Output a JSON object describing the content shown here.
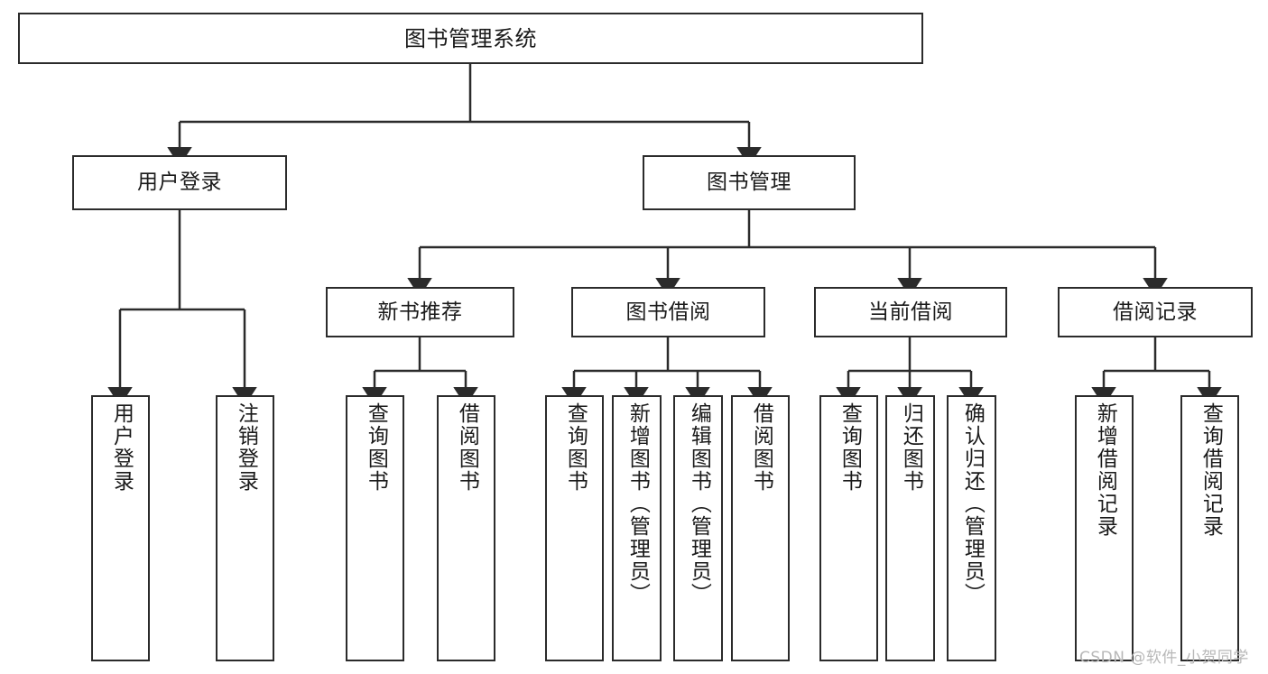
{
  "diagram": {
    "title": "图书管理系统",
    "type": "tree",
    "watermark": "CSDN @软件_小贺同学",
    "colors": {
      "stroke": "#2b2b2b",
      "fill": "#ffffff",
      "text": "#1a1a1a",
      "watermark": "#b8b8b8"
    },
    "root": {
      "label": "图书管理系统"
    },
    "level1": [
      {
        "id": "user-login",
        "label": "用户登录"
      },
      {
        "id": "book-management",
        "label": "图书管理"
      }
    ],
    "level2": [
      {
        "id": "new-book-recommend",
        "label": "新书推荐",
        "parent": "book-management"
      },
      {
        "id": "book-borrow",
        "label": "图书借阅",
        "parent": "book-management"
      },
      {
        "id": "current-borrow",
        "label": "当前借阅",
        "parent": "book-management"
      },
      {
        "id": "borrow-record",
        "label": "借阅记录",
        "parent": "book-management"
      }
    ],
    "leaves": {
      "user_login": [
        {
          "id": "leaf-user-login",
          "label": "用户登录"
        },
        {
          "id": "leaf-logout-login",
          "label": "注销登录"
        }
      ],
      "new_book_recommend": [
        {
          "id": "leaf-query-book-1",
          "label": "查询图书"
        },
        {
          "id": "leaf-borrow-book-1",
          "label": "借阅图书"
        }
      ],
      "book_borrow": [
        {
          "id": "leaf-query-book-2",
          "label": "查询图书"
        },
        {
          "id": "leaf-add-book",
          "label": "新增图书（管理员）"
        },
        {
          "id": "leaf-edit-book",
          "label": "编辑图书（管理员）"
        },
        {
          "id": "leaf-borrow-book-2",
          "label": "借阅图书"
        }
      ],
      "current_borrow": [
        {
          "id": "leaf-query-book-3",
          "label": "查询图书"
        },
        {
          "id": "leaf-return-book",
          "label": "归还图书"
        },
        {
          "id": "leaf-confirm-return",
          "label": "确认归还（管理员）"
        }
      ],
      "borrow_record": [
        {
          "id": "leaf-add-record",
          "label": "新增借阅记录"
        },
        {
          "id": "leaf-query-record",
          "label": "查询借阅记录"
        }
      ]
    }
  }
}
